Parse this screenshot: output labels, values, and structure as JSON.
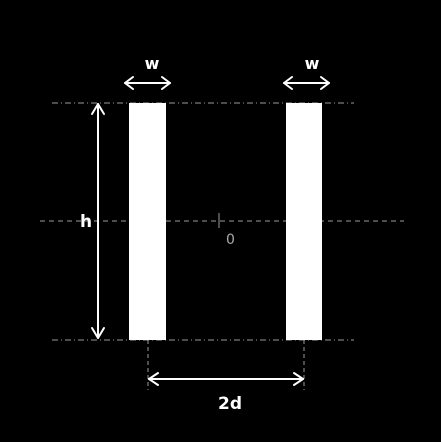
{
  "labels": {
    "width_left": "w",
    "width_right": "w",
    "height": "h",
    "origin": "0",
    "separation": "2d"
  },
  "colors": {
    "background": "#000000",
    "slit": "#ffffff",
    "guide": "#9a9a9a",
    "origin": "#aaaaaa"
  }
}
